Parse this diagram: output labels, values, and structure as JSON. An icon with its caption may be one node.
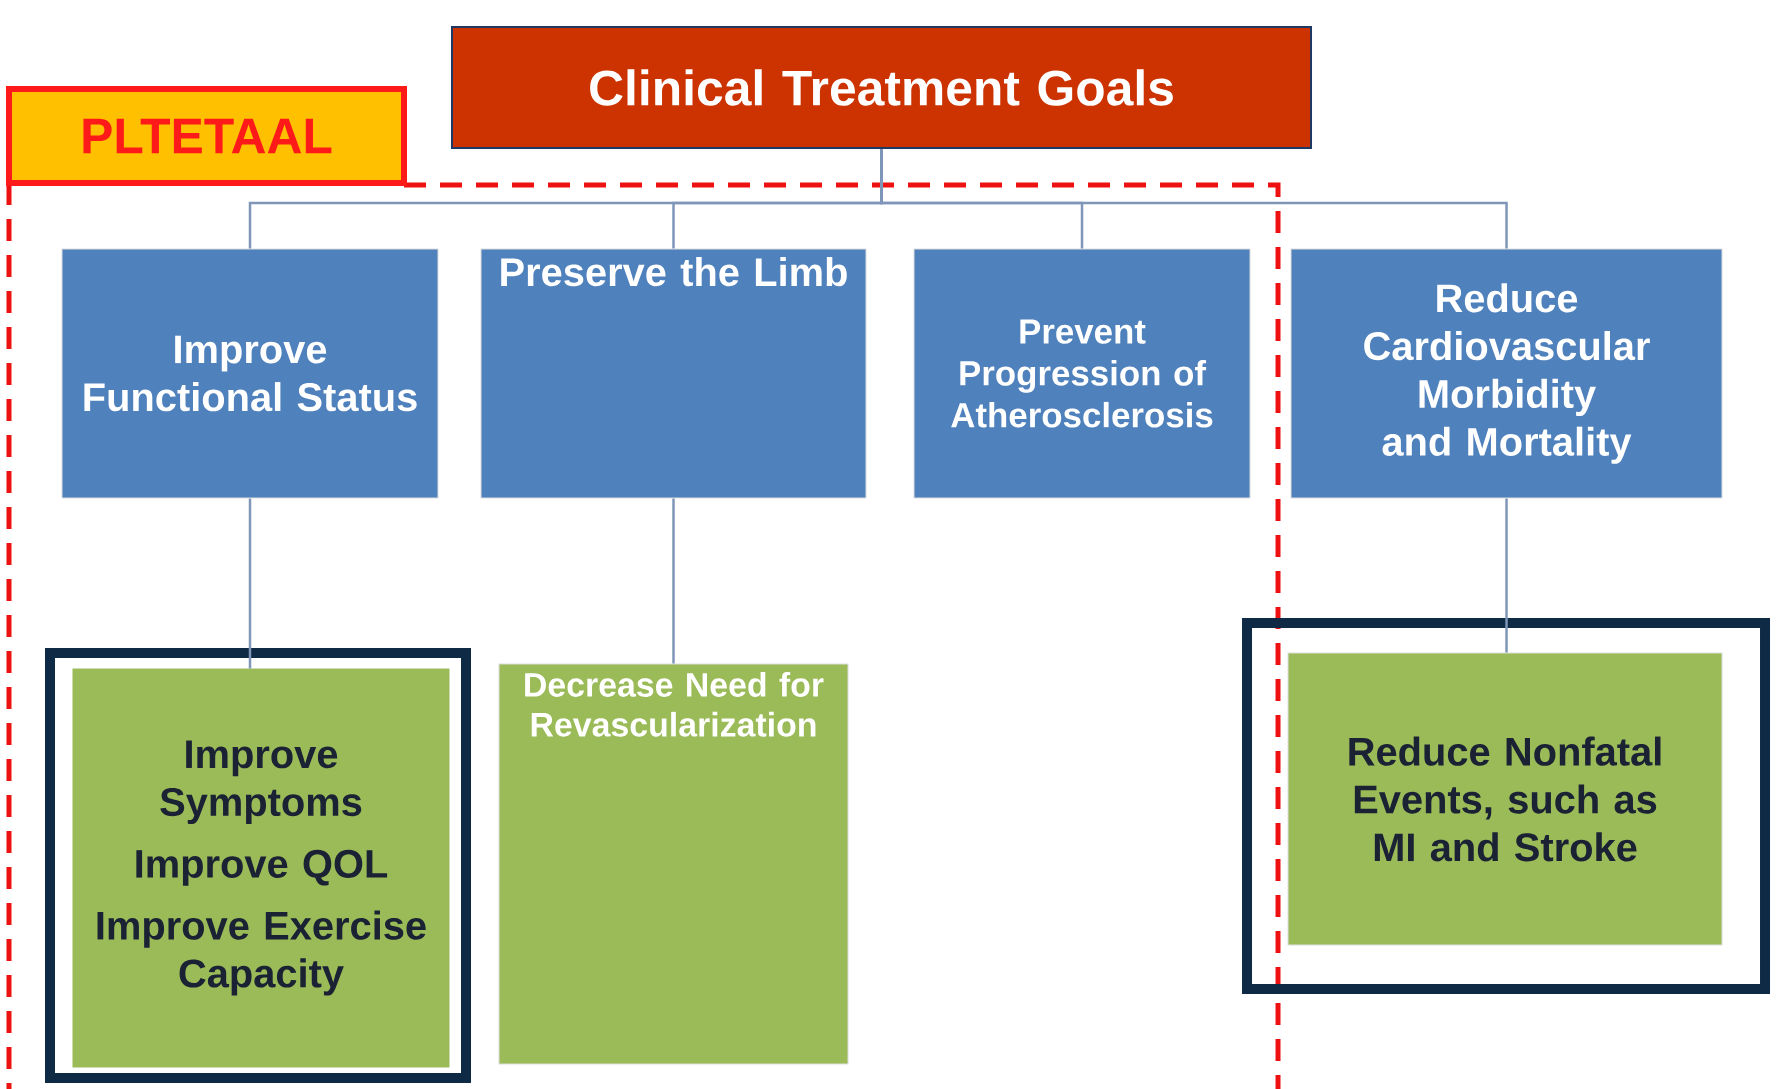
{
  "diagram": {
    "nodes": [
      {
        "text": [
          "Clinical Treatment Goals"
        ]
      },
      {
        "text": [
          "PLTETAAL"
        ]
      },
      {
        "text": [
          "Improve Functional Status"
        ]
      },
      {
        "text": [
          "Preserve the Limb"
        ]
      },
      {
        "text": [
          "Prevent Progression of Atherosclerosis"
        ]
      },
      {
        "text": [
          "Reduce Cardiovascular Morbidity and Mortality"
        ]
      },
      {
        "text": [
          "Improve Symptoms",
          "Improve QOL",
          "Improve Exercise Capacity"
        ]
      },
      {
        "text": [
          "Decrease Need for Revascularization"
        ]
      },
      {
        "text": [
          "Reduce Nonfatal Events, such as MI and Stroke"
        ]
      }
    ],
    "edges": [
      {
        "from": 0,
        "to": 2,
        "arrow": "none"
      },
      {
        "from": 0,
        "to": 3,
        "arrow": "none"
      },
      {
        "from": 0,
        "to": 4,
        "arrow": "none"
      },
      {
        "from": 0,
        "to": 5,
        "arrow": "none"
      },
      {
        "from": 2,
        "to": 6,
        "arrow": "none"
      },
      {
        "from": 3,
        "to": 7,
        "arrow": "none"
      },
      {
        "from": 5,
        "to": 8,
        "arrow": "none"
      }
    ]
  }
}
